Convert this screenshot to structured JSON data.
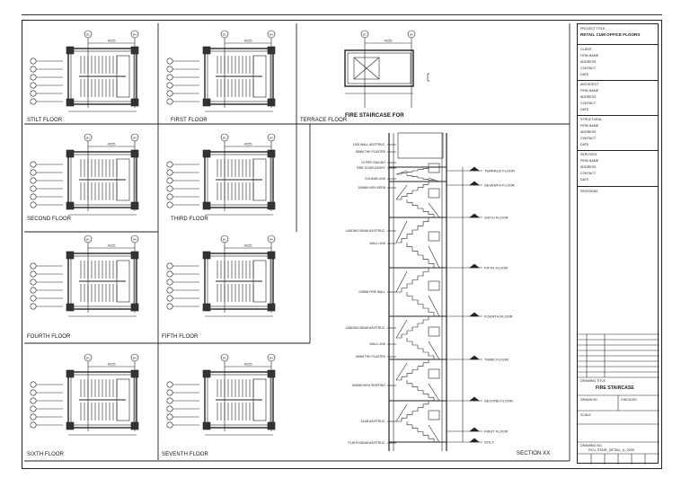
{
  "sheet": {
    "floors": [
      {
        "id": "stilt",
        "label": "STILT FLOOR"
      },
      {
        "id": "first",
        "label": "FIRST FLOOR"
      },
      {
        "id": "terrace",
        "label": "TERRACE FLOOR"
      },
      {
        "id": "second",
        "label": "SECOND FLOOR"
      },
      {
        "id": "third",
        "label": "THIRD FLOOR"
      },
      {
        "id": "fourth",
        "label": "FOURTH FLOOR"
      },
      {
        "id": "fifth",
        "label": "FIFTH FLOOR"
      },
      {
        "id": "sixth",
        "label": "SIXTH FLOOR"
      },
      {
        "id": "seventh",
        "label": "SEVENTH FLOOR"
      }
    ],
    "dimension": "4225",
    "grid_bubbles": [
      "B1",
      "B4"
    ],
    "section_title": "FIRE STAIRCASE FOR",
    "section_label": "SECTION XX",
    "level_marks": [
      "TERRACE FLOOR",
      "SEVENTH FLOOR",
      "SIXTH FLOOR",
      "FIFTH FLOOR",
      "FOURTH FLOOR",
      "THIRD FLOOR",
      "SECOND FLOOR",
      "FIRST FLOOR",
      "STILT"
    ],
    "section_notes": [
      "1000 WALL AS/STRUC.",
      "15MM THK PLASTER",
      "GI PIPE RAILING",
      "FIRE DOOR AS/SPC",
      "COLUMN LINE",
      "100MM HIGH KERB",
      "LANDING BEAM AS/STRUC.",
      "WALL LINE",
      "100MM FIRE WALL",
      "LANDING BEAM AS/STRUC.",
      "WALL LINE",
      "15MM THK PLASTER",
      "100MM HIGH SKIRTING",
      "SLAB AS/STRUC.",
      "PLINTH BEAM AS/STRUC."
    ]
  },
  "title_block": {
    "project_title_label": "PROJECT TITLE",
    "project_title": "RETAIL CUM OFFICE FLOORS",
    "client_label": "CLIENT",
    "architect_label": "ARCHITECT",
    "structural_label": "STRUCTURAL",
    "services_label": "SERVICES",
    "fields": [
      "FIRM NAME",
      "ADDRESS",
      "CONTACT",
      "DATE"
    ],
    "drawing_title_label": "DRAWING TITLE",
    "drawing_title": "FIRE STAIRCASE",
    "drawn_label": "DRAWN BY",
    "checked_label": "CHECKED",
    "scale_label": "SCALE",
    "drawing_no_label": "DRAWING NO.",
    "drawing_no": "ROJ_STAIR_DETAIL_A_2000",
    "revisions_label": "REVISIONS"
  }
}
